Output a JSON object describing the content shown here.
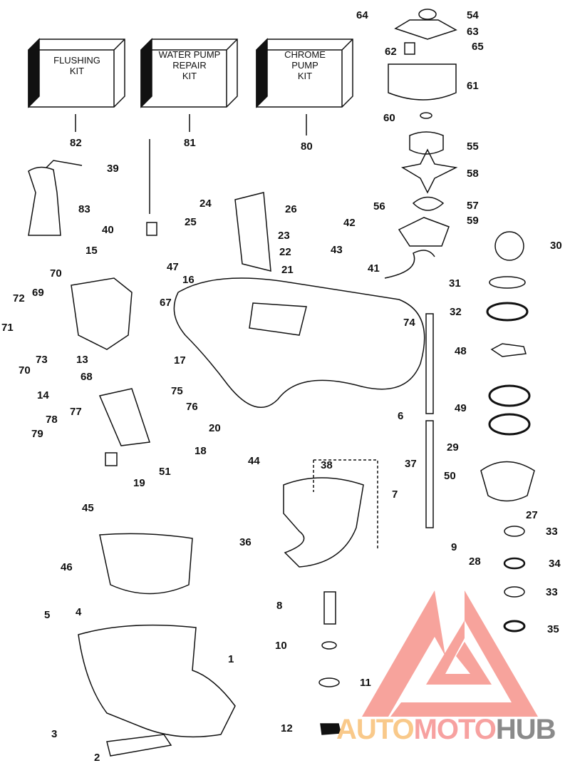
{
  "kits": [
    {
      "number": "82",
      "label_lines": [
        "FLUSHING",
        "KIT"
      ]
    },
    {
      "number": "81",
      "label_lines": [
        "WATER PUMP",
        "REPAIR",
        "KIT"
      ]
    },
    {
      "number": "80",
      "label_lines": [
        "CHROME",
        "PUMP",
        "KIT"
      ]
    }
  ],
  "callouts": [
    "64",
    "54",
    "63",
    "65",
    "62",
    "61",
    "60",
    "55",
    "58",
    "57",
    "56",
    "59",
    "30",
    "31",
    "32",
    "48",
    "49",
    "6",
    "29",
    "50",
    "27",
    "33",
    "28",
    "34",
    "33",
    "35",
    "7",
    "9",
    "39",
    "83",
    "24",
    "26",
    "25",
    "23",
    "22",
    "40",
    "21",
    "42",
    "43",
    "41",
    "74",
    "15",
    "47",
    "70",
    "16",
    "67",
    "72",
    "69",
    "71",
    "73",
    "13",
    "70",
    "14",
    "17",
    "68",
    "75",
    "76",
    "77",
    "78",
    "79",
    "20",
    "18",
    "51",
    "19",
    "45",
    "44",
    "38",
    "37",
    "36",
    "46",
    "5",
    "4",
    "1",
    "8",
    "10",
    "11",
    "12",
    "3",
    "2"
  ],
  "watermark": {
    "part1": "AUTO",
    "part2": "MOTO",
    "part3": "HUB",
    "colors": {
      "part1": "#f9c98a",
      "part2": "#f7a1a0",
      "part3": "#8a8a8a",
      "logo": "#f7a39c"
    }
  }
}
